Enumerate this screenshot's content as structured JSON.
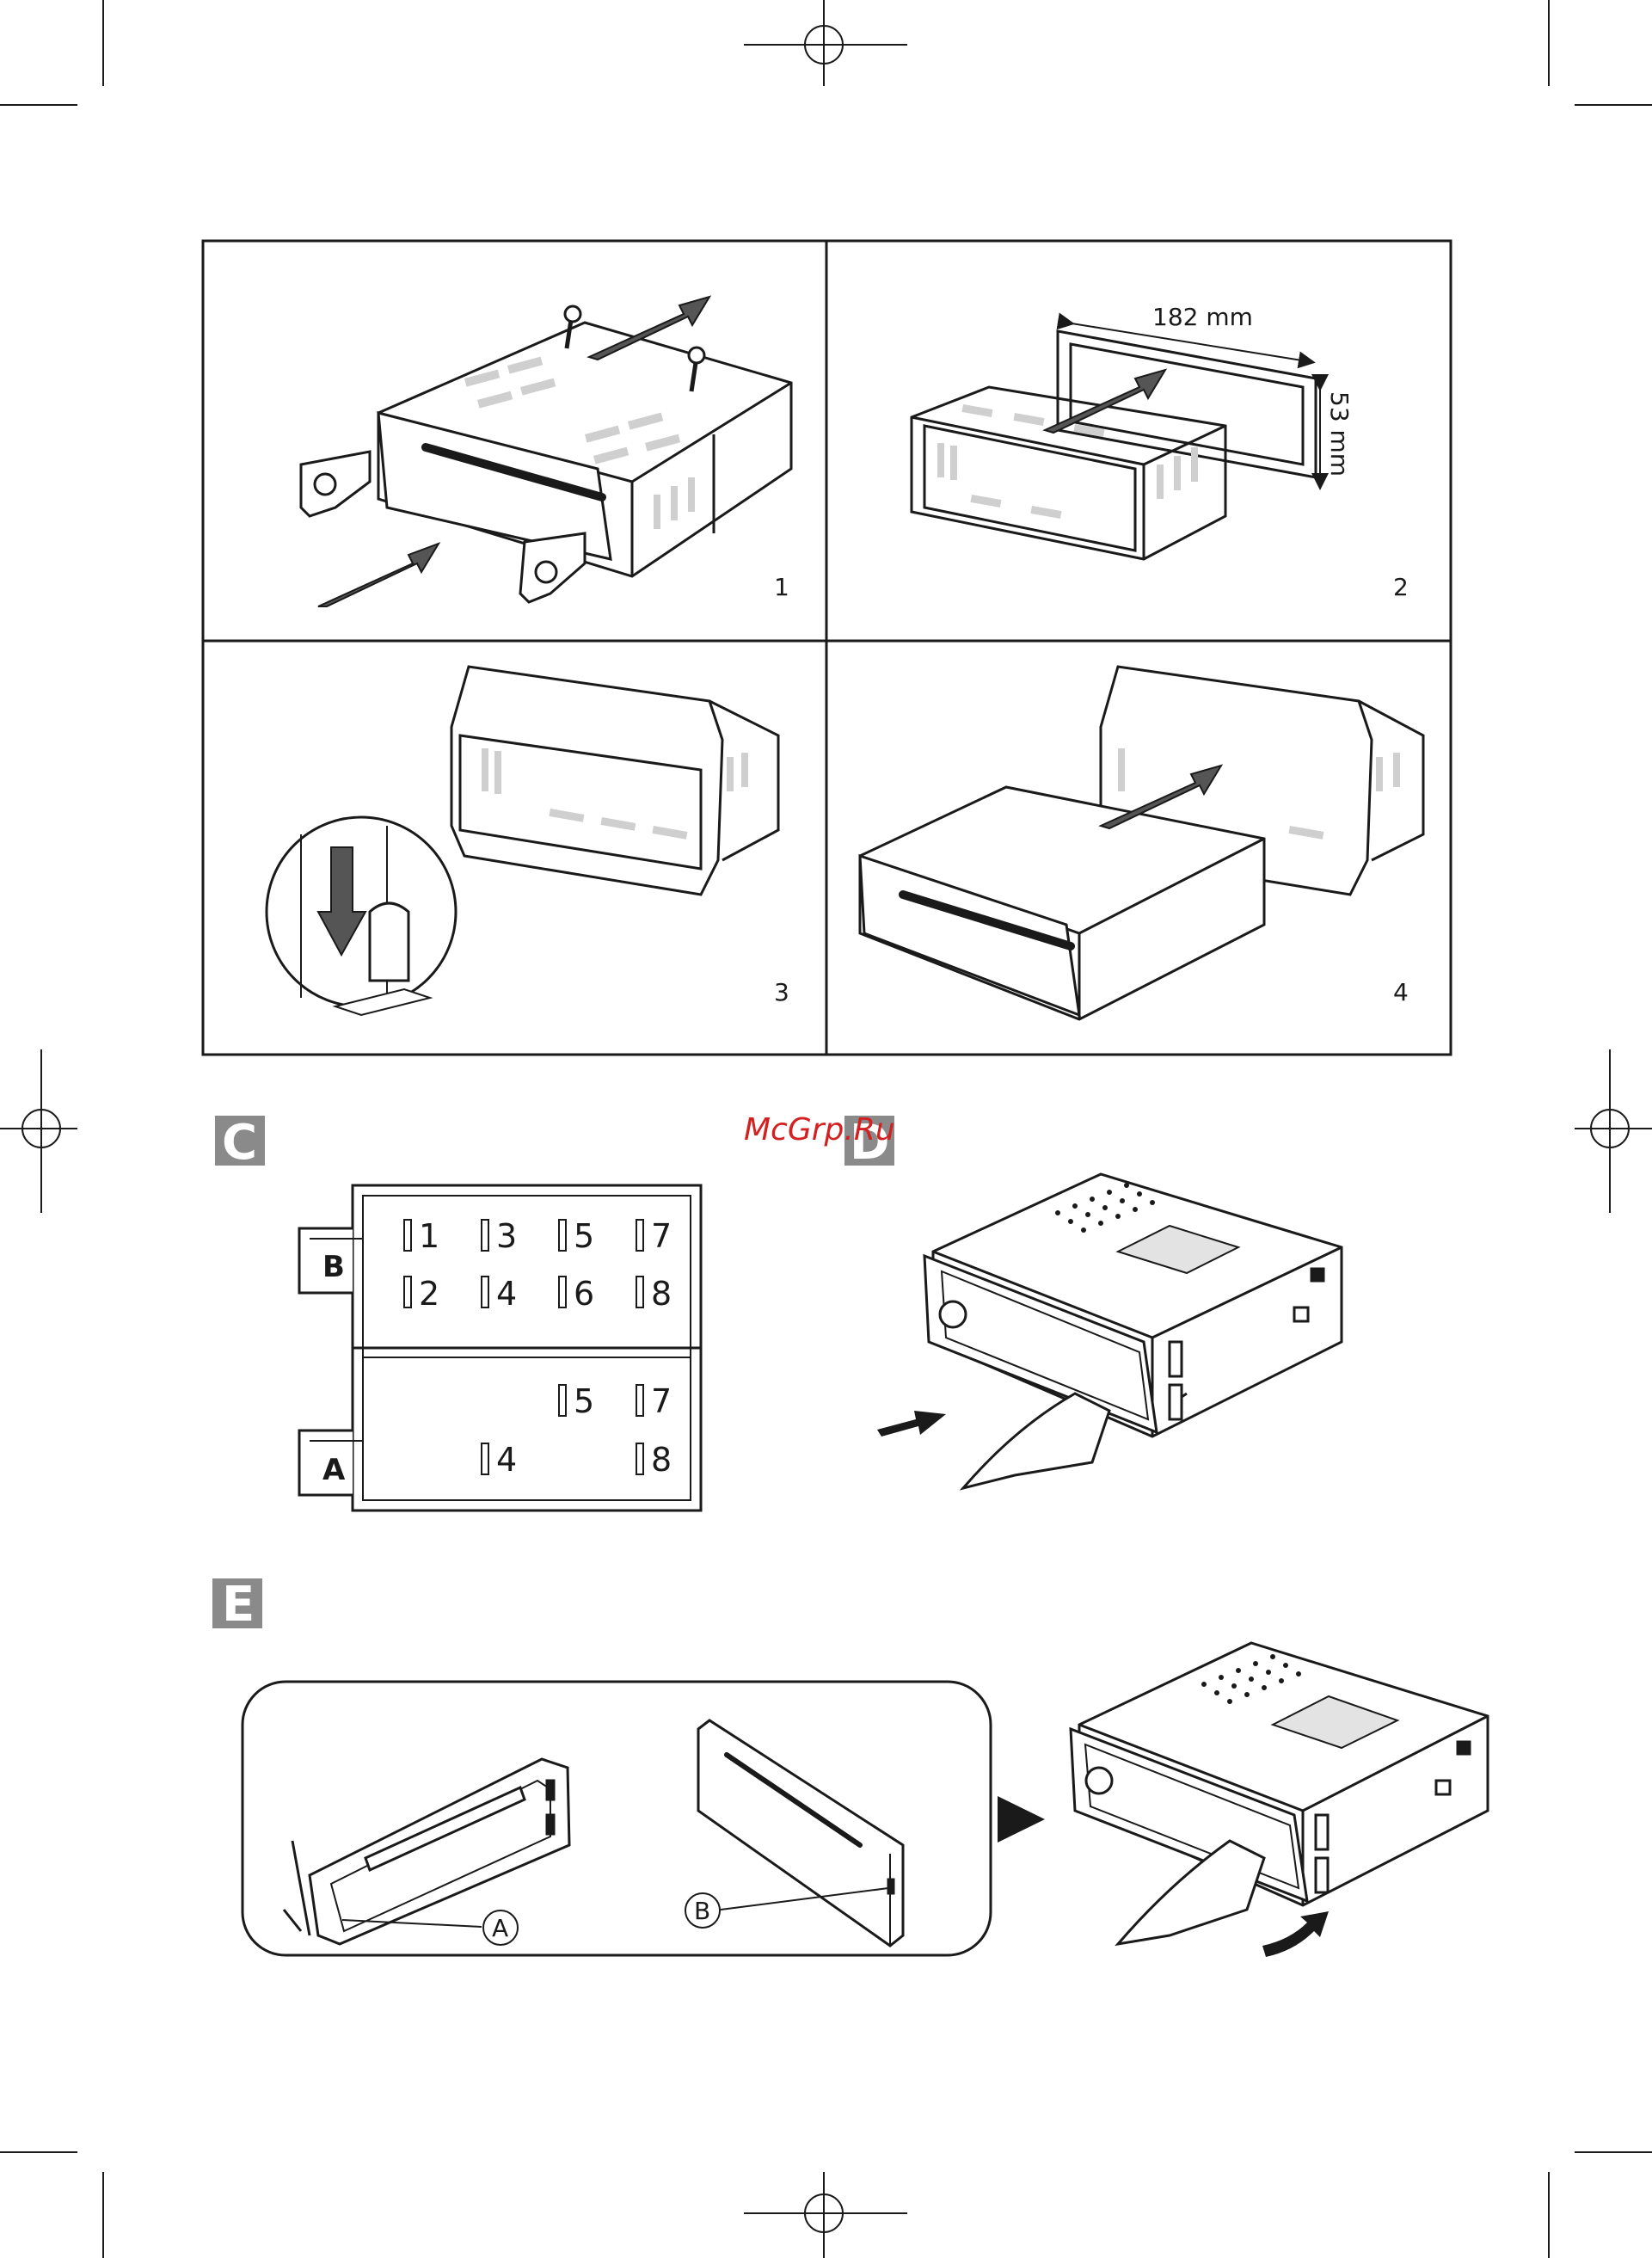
{
  "panels": {
    "p1": "1",
    "p2": "2",
    "p3": "3",
    "p4": "4"
  },
  "dimensions": {
    "width": "182 mm",
    "height": "53 mm"
  },
  "sections": {
    "c": "C",
    "d": "D",
    "e": "E"
  },
  "watermark": "McGrp.Ru",
  "connector": {
    "b_label": "B",
    "a_label": "A",
    "b_pins": [
      "1",
      "2",
      "3",
      "4",
      "5",
      "6",
      "7",
      "8"
    ],
    "a_pins": [
      "4",
      "5",
      "7",
      "8"
    ]
  },
  "callouts": {
    "a": "A",
    "b": "B"
  }
}
